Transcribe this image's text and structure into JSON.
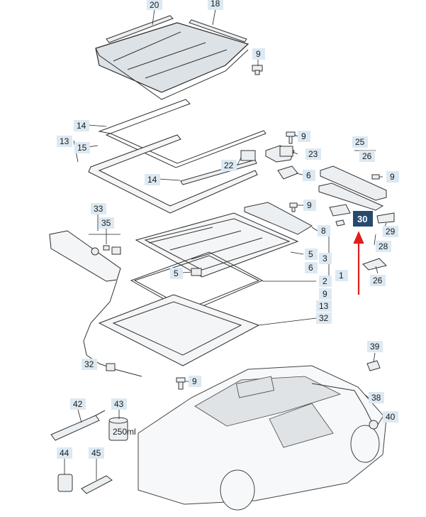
{
  "labels": {
    "l20": "20",
    "l18": "18",
    "l9a": "9",
    "l14a": "14",
    "l13a": "13",
    "l15": "15",
    "l14b": "14",
    "l9b": "9",
    "l23": "23",
    "l22": "22",
    "l6a": "6",
    "l25": "25",
    "l26a": "26",
    "l9c": "9",
    "l9d": "9",
    "l8": "8",
    "l30": "30",
    "l29": "29",
    "l28": "28",
    "l26b": "26",
    "l33": "33",
    "l35": "35",
    "l5a": "5",
    "l5b": "5",
    "l6b": "6",
    "l3": "3",
    "l1": "1",
    "l2": "2",
    "l9e": "9",
    "l13b": "13",
    "l32a": "32",
    "l32b": "32",
    "l9f": "9",
    "l39": "39",
    "l38": "38",
    "l40": "40",
    "l42": "42",
    "l43": "43",
    "l44": "44",
    "l45": "45"
  },
  "highlight": {
    "part": "30",
    "color": "#27496d",
    "arrow_color": "#e01e1e"
  },
  "colors": {
    "callout_bg": "#dce9f2",
    "glass": "#dde2e6"
  },
  "tube_label": "250ml"
}
